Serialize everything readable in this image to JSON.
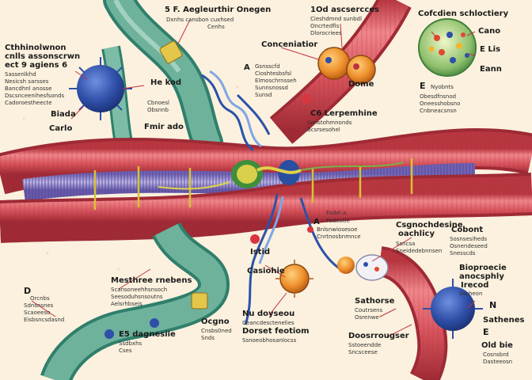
{
  "labels": {
    "top_center_title": "5 F. Aegleurthir Onegen",
    "top_center_sub1": "Dxnhs cansbon cuxhsed",
    "top_center_sub2": "Cenhs",
    "top_mid_title": "1Od ascsercces",
    "top_mid_sub1": "Cieshdmnd sunbdl",
    "top_mid_sub2": "Oncrtedfis",
    "top_mid_sub3": "Dlorocriees",
    "top_right_title": "Cofcdien schloctiery",
    "right_cano": "Cano",
    "right_lis": "E Lis",
    "right_eann": "Eann",
    "left_top_title_1": "Cthhinolwnon",
    "left_top_title_2": "cnlls assonscrwn",
    "left_top_title_3": "ect 9 agiens 6",
    "left_top_sub1": "Sassenlkhd",
    "left_top_sub2": "Nesicsh sarsses",
    "left_top_sub3": "Bancdhnl anosse",
    "left_top_sub4": "Dscsnceenihesfsonds",
    "left_top_sub5": "Cadoroestheecte",
    "left_biada": "Biada",
    "left_carlo": "Carlo",
    "hakod": "He kod",
    "hakod_sub1": "Cbnoesl",
    "hakod_sub2": "Obsnnb",
    "fmir_ado": "Fmir ado",
    "concentrator": "Conceniatior",
    "conc_sub1": "Gsnsscfd",
    "conc_sub2": "Cioshtesbsfsl",
    "conc_sub3": "Elmoschrnsseh",
    "cd_letter": "A",
    "cd_sub1": "Sunnsnossd",
    "cd_sub2": "Sunsd",
    "dome": "Dome",
    "e_label": "E",
    "e_sub1": "Nyobnts",
    "e_sub2": "Obesdfnsnod",
    "e_sub3": "Oneesshobsno",
    "e_sub4": "Cnbneacsnsn",
    "c6_title": "C6 Lerpemhine",
    "c6_sub1": "Senstohmnonds",
    "c6_sub2": "Bcsrsesohel",
    "fodel_1": "Fodel  a",
    "fodel_2": "Fedeotle",
    "fodel_sub1": "Bnlsnwiosesoe",
    "fodel_sub2": "Cnrtnosbnmnce",
    "fodel_a": "A",
    "cgh_title_1": "Csgnochdesine",
    "cgh_title_2": "oachlicy",
    "cgh_sub1": "Ssncsa",
    "cgh_sub2": "Sneidedebnnsen",
    "cobont": "Cobont",
    "cobont_sub1": "Sosnsesiheds",
    "cobont_sub2": "Osnendeseed",
    "cobont_sub3": "Snesscds",
    "bio_title_1": "Bioproecie",
    "bio_title_2": "anocsphly",
    "bio_title_3": "Irecod",
    "bio_sub": "Sscheon",
    "n_label": "N",
    "sathenes": "Sathenes",
    "e_bottom": "E",
    "old_bie": "Old bie",
    "old_bie_sub1": "Cosnsbrd",
    "old_bie_sub2": "Dasteeosn",
    "istid": "Istid",
    "caslohie": "Casiohie",
    "mesthree_title": "Mesthree rnebens",
    "mesthree_sub1": "Scansoneehhsnsoch",
    "mesthree_sub2": "Seesoduhsnsoutns",
    "mesthree_sub3": "Aelsrhbseis",
    "nu_title": "Nu doyseou",
    "nu_sub1": "Ceancdesctenelies",
    "nu_title_2": "Dorset feotiom",
    "nu_sub2": "Ssnoeobhosanlocss",
    "sathorse": "Sathorse",
    "sathorse_sub1": "Coutrsens",
    "sathorse_sub2": "Osrenwe",
    "dosserougser": "Doosrrougser",
    "doss_sub1": "Sstoeendde",
    "doss_sub2": "Sncsceese",
    "ocgno": "Ocgno",
    "ocgno_sub1": "Cnsbs0ned",
    "ocgno_sub2": "Snds",
    "es_title": "E5 dagnesiie",
    "es_sub1": "Ssdbxhs",
    "es_sub2": "Cses",
    "d_left": "D",
    "d_left_sub1": "Orcnbs",
    "d_left_sub2": "Sdnsnsnes",
    "d_left_sub3": "Scaoeeso",
    "d_left_sub4": "Eisbsncsdasnd"
  },
  "colors": {
    "background": "#fbf1de",
    "vessel_red": "#d9535d",
    "vessel_dark": "#a92f3a",
    "vessel_light": "#f07f86",
    "teal_tube": "#6fb29c",
    "teal_dark": "#2f7f6c",
    "purple_band": "#8c6fb8",
    "blue_cell": "#2f4fa8",
    "orange_cell": "#e88a2a"
  }
}
